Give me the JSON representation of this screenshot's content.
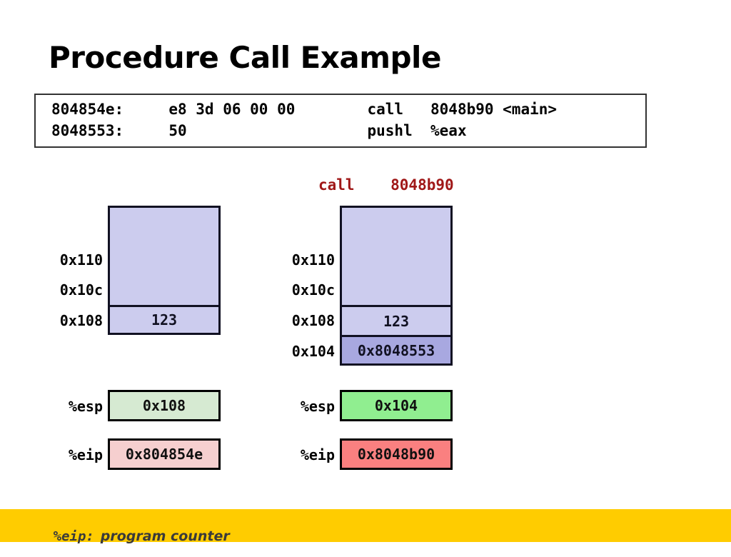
{
  "slide": {
    "title": "Procedure Call Example"
  },
  "disassembly": {
    "lines": [
      "804854e:     e8 3d 06 00 00        call   8048b90 <main>",
      "8048553:     50                    pushl  %eax"
    ]
  },
  "annotation": {
    "call_label": "call    8048b90"
  },
  "stack_before": {
    "addresses": [
      "0x110",
      "0x10c",
      "0x108"
    ],
    "cells": [
      {
        "address": "0x108",
        "value": "123"
      }
    ]
  },
  "stack_after": {
    "addresses": [
      "0x110",
      "0x10c",
      "0x108",
      "0x104"
    ],
    "cells": [
      {
        "address": "0x108",
        "value": "123"
      },
      {
        "address": "0x104",
        "value": "0x8048553"
      }
    ]
  },
  "registers_before": {
    "esp_label": "%esp",
    "esp_value": "0x108",
    "eip_label": "%eip",
    "eip_value": "0x804854e"
  },
  "registers_after": {
    "esp_label": "%esp",
    "esp_value": "0x104",
    "eip_label": "%eip",
    "eip_value": "0x8048b90"
  },
  "footer": {
    "register": "%eip:",
    "description": "program counter"
  },
  "colors": {
    "stack_fill": "#ccccee",
    "stack_fill_pushed": "#a8a8e0",
    "stack_border": "#111122",
    "annotation_red": "#a01818",
    "esp_before": "#d6ead2",
    "eip_before": "#f6cfcf",
    "esp_after": "#90ee90",
    "eip_after": "#fa8080",
    "footer_band": "#ffcc00"
  }
}
